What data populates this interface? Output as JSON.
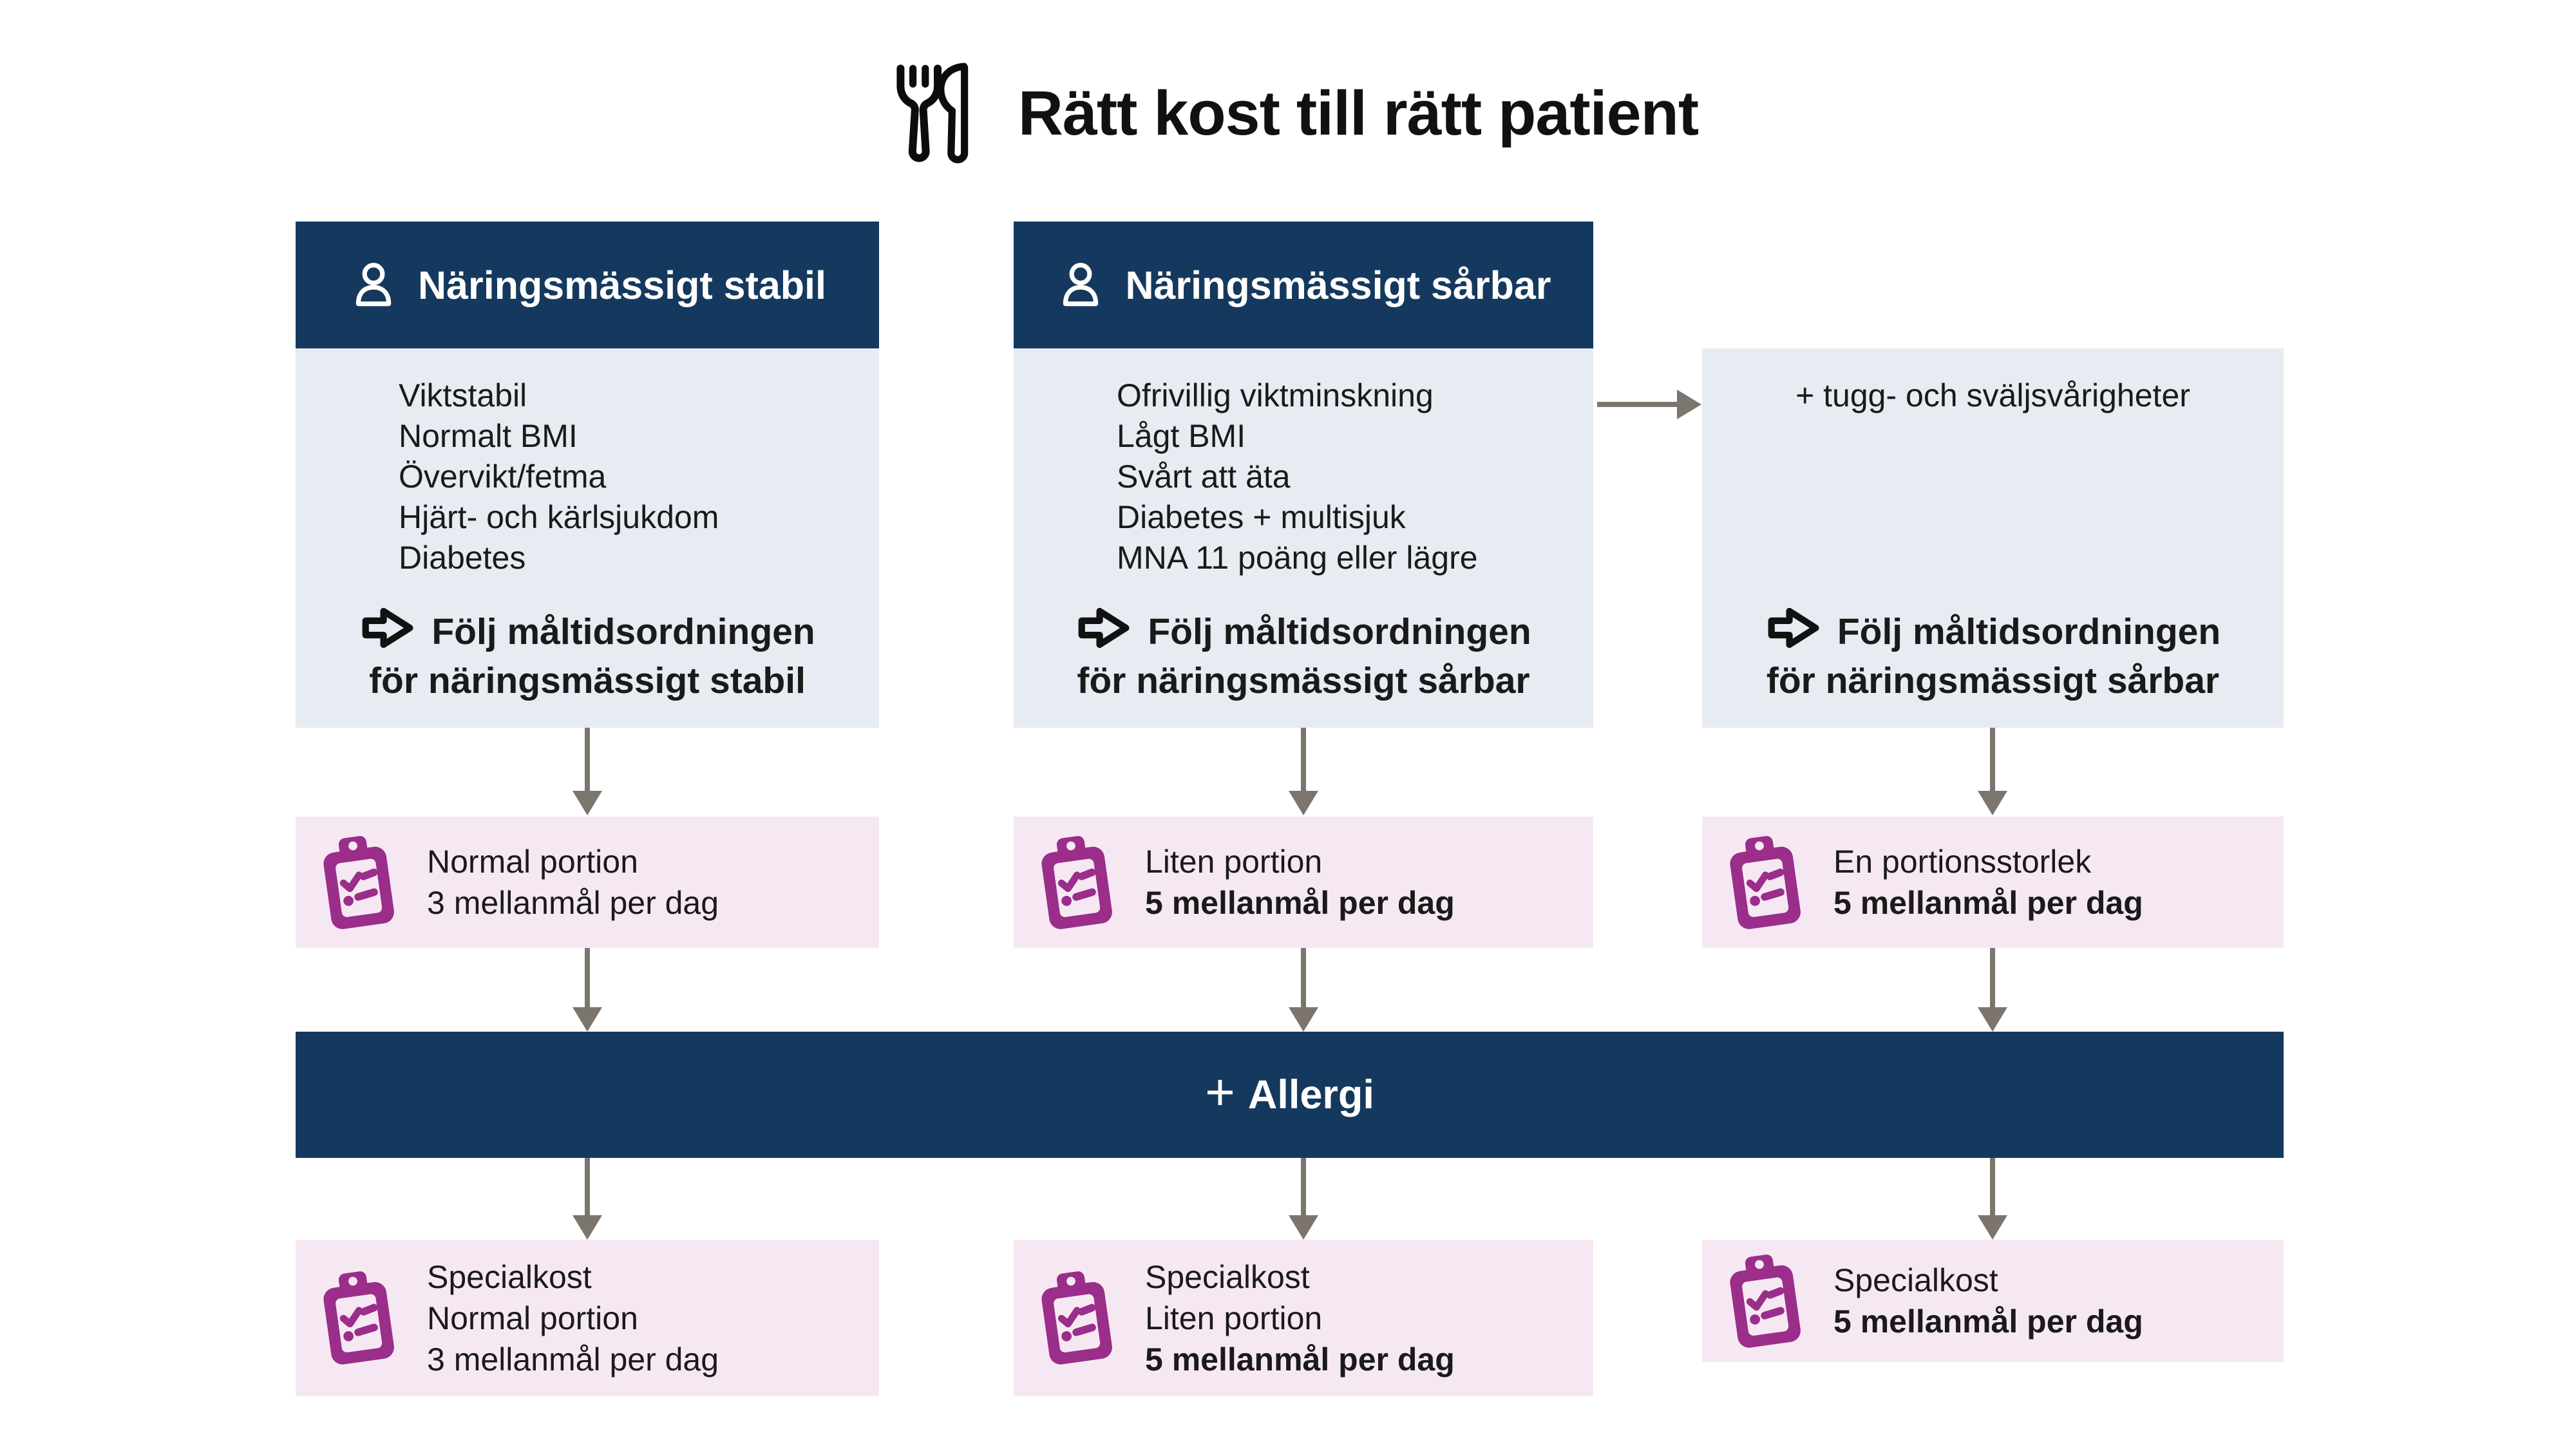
{
  "title": "Rätt kost till rätt patient",
  "icons": {
    "title_icon": "fork-knife-icon",
    "header_icon": "person-icon",
    "meal_icon": "clipboard-checklist-icon",
    "action_icon": "arrow-right-outline-icon",
    "connector_icon": "arrow-down-icon"
  },
  "colors": {
    "navy": "#15395e",
    "light_box": "#e7ebf2",
    "pink_box": "#f6e8f2",
    "purple": "#9b2d8b",
    "arrow_gray": "#7b756e",
    "text": "#1a1a1a"
  },
  "columns": [
    {
      "header": "Näringsmässigt stabil",
      "criteria": [
        "Viktstabil",
        "Normalt BMI",
        "Övervikt/fetma",
        "Hjärt- och kärlsjukdom",
        "Diabetes"
      ],
      "action": {
        "line1": "Följ måltidsordningen",
        "line2": "för näringsmässigt stabil"
      },
      "portion": {
        "line1": "Normal portion",
        "line2": "3 mellanmål per dag"
      },
      "special": {
        "line1": "Specialkost",
        "line2": "Normal portion",
        "line3": "3 mellanmål per dag"
      }
    },
    {
      "header": "Näringsmässigt sårbar",
      "criteria": [
        "Ofrivillig viktminskning",
        "Lågt BMI",
        "Svårt att äta",
        "Diabetes + multisjuk",
        "MNA 11 poäng eller lägre"
      ],
      "action": {
        "line1": "Följ måltidsordningen",
        "line2": "för näringsmässigt sårbar"
      },
      "portion": {
        "line1": "Liten portion",
        "line2": "5 mellanmål per dag"
      },
      "special": {
        "line1": "Specialkost",
        "line2": "Liten portion",
        "line3": "5 mellanmål per dag"
      }
    },
    {
      "criteria": [
        "+ tugg- och sväljsvårigheter"
      ],
      "action": {
        "line1": "Följ måltidsordningen",
        "line2": "för näringsmässigt sårbar"
      },
      "portion": {
        "line1": "En portionsstorlek",
        "line2": "5 mellanmål per dag"
      },
      "special": {
        "line1": "Specialkost",
        "line2": "5 mellanmål per dag"
      }
    }
  ],
  "allergy_bar": {
    "plus": "+",
    "label": "Allergi"
  }
}
